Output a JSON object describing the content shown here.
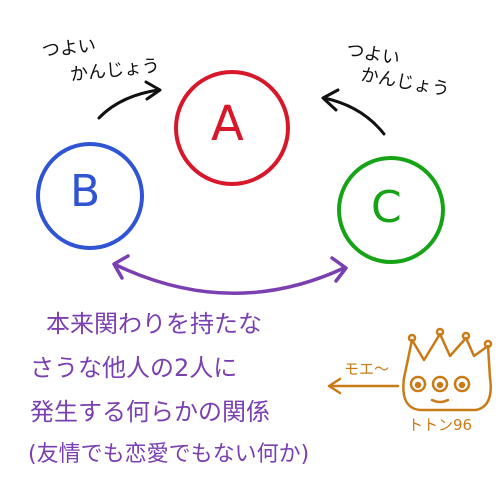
{
  "nodes": {
    "a": {
      "letter": "A",
      "color": "#d8182a"
    },
    "b": {
      "letter": "B",
      "color": "#2f55d4"
    },
    "c": {
      "letter": "C",
      "color": "#16a316"
    }
  },
  "labels": {
    "left_line1": "つよい",
    "left_line2": "かんじょう",
    "right_line1": "つよい",
    "right_line2": "かんじょう"
  },
  "explanation": {
    "color": "#7a3fb0",
    "line1": "本来関わりを持たな",
    "line2": "さうな他人の2人に",
    "line3": "発生する何らかの関係",
    "line4": "(友情でも恋愛でもない何か)"
  },
  "character": {
    "color": "#c97b18",
    "speech": "モエ〜",
    "name": "トトン96"
  },
  "colors": {
    "ink": "#111111",
    "purple": "#7a3fb0"
  }
}
